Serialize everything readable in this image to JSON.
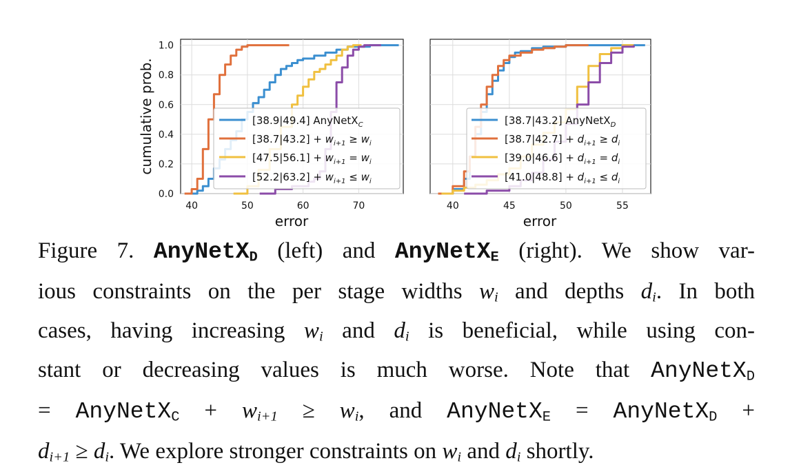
{
  "chart_data": [
    {
      "type": "line",
      "title": "",
      "xlabel": "error",
      "ylabel": "cumulative prob.",
      "xlim": [
        38,
        78
      ],
      "ylim": [
        0,
        1.04
      ],
      "xticks": [
        "40",
        "50",
        "60",
        "70"
      ],
      "yticks": [
        "0.0",
        "0.2",
        "0.4",
        "0.6",
        "0.8",
        "1.0"
      ],
      "grid": true,
      "legend_position": "lower-right",
      "series": [
        {
          "name": "[38.9|49.4] AnyNetX_C",
          "color": "#3b8fd0",
          "x": [
            38.9,
            41,
            42,
            43,
            44,
            45,
            46,
            47,
            48,
            49,
            50,
            51,
            52,
            53,
            54,
            55,
            56,
            57,
            58,
            59,
            60,
            62,
            64,
            66,
            68,
            70,
            72,
            74,
            77.2
          ],
          "y": [
            0,
            0.02,
            0.05,
            0.1,
            0.17,
            0.23,
            0.3,
            0.36,
            0.42,
            0.5,
            0.55,
            0.61,
            0.65,
            0.7,
            0.75,
            0.8,
            0.84,
            0.86,
            0.88,
            0.9,
            0.91,
            0.93,
            0.95,
            0.97,
            0.99,
            0.99,
            1.0,
            1.0,
            1.0
          ]
        },
        {
          "name": "[38.7|43.2] + w_{i+1} ≥ w_i",
          "color": "#e0703c",
          "x": [
            38.7,
            40,
            41,
            42,
            43,
            44,
            45,
            46,
            47,
            48,
            49,
            50,
            52,
            54,
            57.5
          ],
          "y": [
            0,
            0.03,
            0.1,
            0.3,
            0.5,
            0.67,
            0.8,
            0.87,
            0.93,
            0.97,
            0.99,
            1.0,
            1.0,
            1.0,
            1.0
          ]
        },
        {
          "name": "[47.5|56.1] + w_{i+1} = w_i",
          "color": "#f0c040",
          "x": [
            47.5,
            50,
            52,
            54,
            56,
            58,
            59,
            60,
            61,
            62,
            63,
            64,
            65,
            66,
            67,
            68,
            69,
            70.5
          ],
          "y": [
            0,
            0.05,
            0.16,
            0.3,
            0.45,
            0.6,
            0.66,
            0.72,
            0.77,
            0.82,
            0.84,
            0.87,
            0.9,
            0.93,
            0.97,
            0.99,
            1.0,
            1.0
          ]
        },
        {
          "name": "[52.2|63.2] + w_{i+1} ≤ w_i",
          "color": "#8b4ca8",
          "x": [
            52.2,
            55,
            58,
            61,
            62,
            63,
            64,
            65,
            66,
            67,
            68,
            69,
            70,
            71,
            72,
            74
          ],
          "y": [
            0,
            0.03,
            0.05,
            0.08,
            0.1,
            0.15,
            0.3,
            0.55,
            0.75,
            0.85,
            0.93,
            0.97,
            0.99,
            1.0,
            1.0,
            1.0
          ]
        }
      ]
    },
    {
      "type": "line",
      "title": "",
      "xlabel": "error",
      "ylabel": "",
      "xlim": [
        38,
        57.5
      ],
      "ylim": [
        0,
        1.04
      ],
      "xticks": [
        "40",
        "45",
        "50",
        "55"
      ],
      "yticks": [],
      "grid": true,
      "legend_position": "lower-right",
      "series": [
        {
          "name": "[38.7|43.2] AnyNetX_D",
          "color": "#3b8fd0",
          "x": [
            38.7,
            40,
            41,
            41.5,
            42,
            42.5,
            43,
            43.5,
            44,
            44.5,
            45,
            45.5,
            46,
            47,
            48,
            50,
            52,
            54,
            57
          ],
          "y": [
            0,
            0.03,
            0.1,
            0.25,
            0.4,
            0.55,
            0.67,
            0.76,
            0.83,
            0.88,
            0.92,
            0.95,
            0.96,
            0.98,
            0.99,
            1.0,
            1.0,
            1.0,
            1.0
          ]
        },
        {
          "name": "[38.7|42.7] + d_{i+1} ≥ d_i",
          "color": "#e0703c",
          "x": [
            38.7,
            40,
            41,
            41.5,
            42,
            42.5,
            43,
            43.5,
            44,
            44.5,
            45,
            46,
            47,
            48,
            49,
            50,
            52
          ],
          "y": [
            0,
            0.05,
            0.15,
            0.25,
            0.45,
            0.6,
            0.72,
            0.8,
            0.86,
            0.9,
            0.93,
            0.95,
            0.97,
            0.98,
            0.99,
            1.0,
            1.0
          ]
        },
        {
          "name": "[39.0|46.6] + d_{i+1} = d_i",
          "color": "#f0c040",
          "x": [
            39,
            40,
            41,
            42,
            43,
            44,
            45,
            46,
            47,
            48,
            49,
            50,
            51,
            52,
            53,
            54,
            55,
            56
          ],
          "y": [
            0,
            0.02,
            0.04,
            0.06,
            0.09,
            0.13,
            0.17,
            0.25,
            0.33,
            0.41,
            0.48,
            0.57,
            0.72,
            0.86,
            0.94,
            0.98,
            1.0,
            1.0
          ]
        },
        {
          "name": "[41.0|48.8] + d_{i+1} ≤ d_i",
          "color": "#8b4ca8",
          "x": [
            41,
            43,
            45,
            46,
            47,
            48,
            49,
            50,
            51,
            52,
            53,
            54,
            55,
            56
          ],
          "y": [
            0,
            0.02,
            0.05,
            0.09,
            0.14,
            0.23,
            0.35,
            0.47,
            0.6,
            0.75,
            0.88,
            0.95,
            0.99,
            1.0
          ]
        }
      ]
    }
  ],
  "caption": {
    "figure_label": "Figure 7.",
    "name_left_base": "AnyNetX",
    "name_left_sub": "D",
    "text_left": "(left) and",
    "name_right_base": "AnyNetX",
    "name_right_sub": "E",
    "text_right": "(right). We show var-",
    "line2": "ious constraints on the per stage widths",
    "line2b": "and depths",
    "line2c": ". In both",
    "line3a": "cases, having increasing",
    "line3b": "and",
    "line3c": "is beneficial, while using con-",
    "line4a": "stant or decreasing values is much worse. Note that",
    "line4_mono": "AnyNetX",
    "line4_sub": "D",
    "line5_eq": "=",
    "line5_mono1": "AnyNetX",
    "line5_sub1": "C",
    "line5_plus": "+",
    "line5_mid": ", and",
    "line5_mono2": "AnyNetX",
    "line5_sub2": "E",
    "line5_eq2": "=",
    "line5_mono3": "AnyNetX",
    "line5_sub3": "D",
    "line5_plus2": "+",
    "line6a": ". We explore stronger constraints on",
    "line6b": "and",
    "line6c": "shortly."
  }
}
